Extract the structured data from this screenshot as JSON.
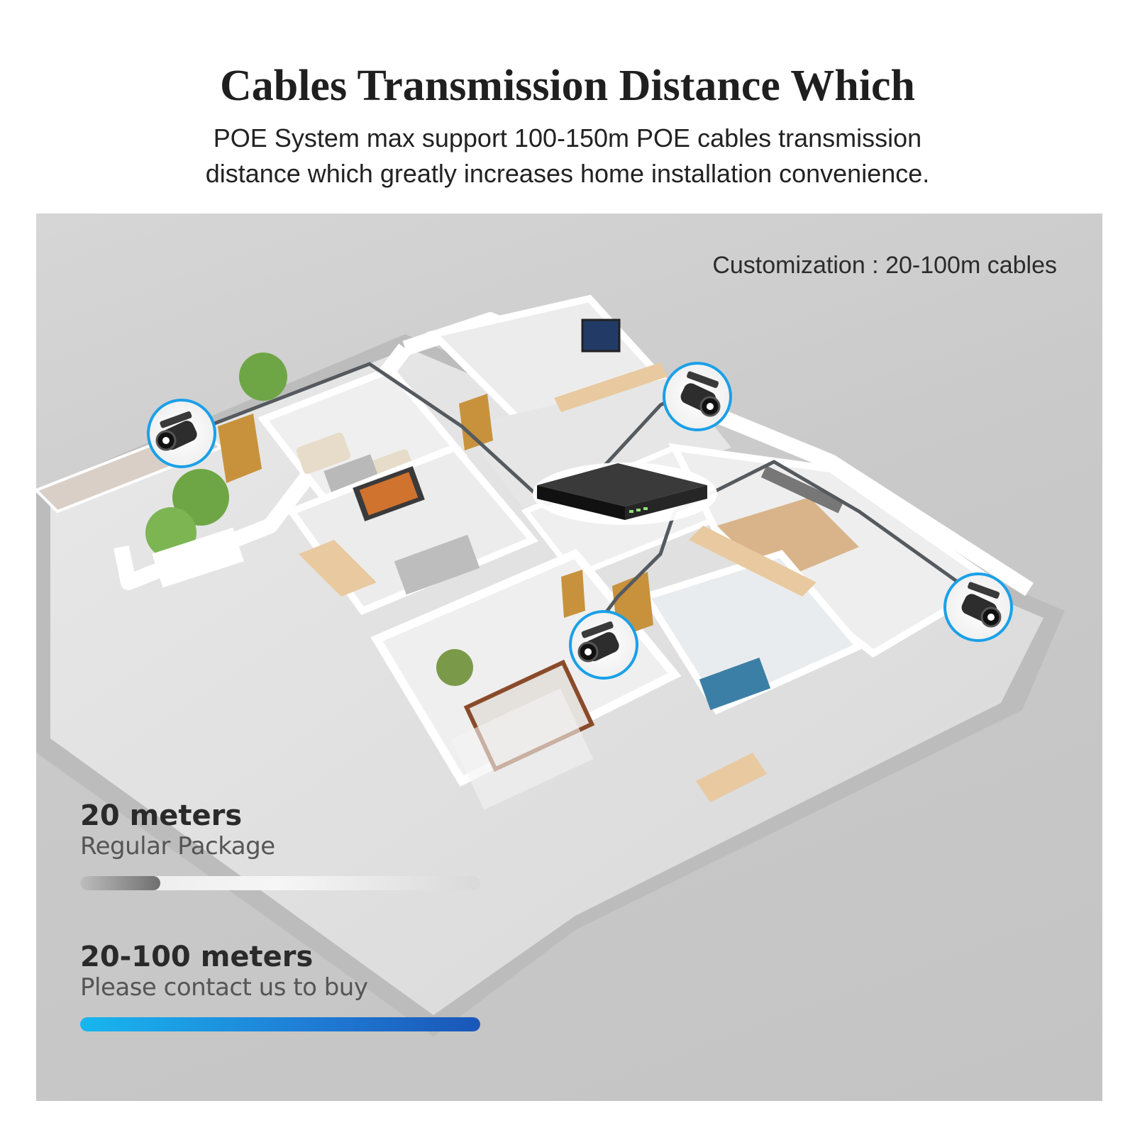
{
  "header": {
    "title": "Cables Transmission Distance Which",
    "subtitle_lines": [
      "POE System max support 100-150m POE cables transmission",
      "distance which greatly increases home installation convenience."
    ]
  },
  "panel": {
    "customization_note": "Customization : 20-100m cables",
    "packages": [
      {
        "title": "20 meters",
        "subtitle": "Regular Package",
        "fill_fraction": 0.2
      },
      {
        "title": "20-100 meters",
        "subtitle": "Please contact us to buy",
        "fill_fraction": 1.0
      }
    ]
  },
  "colors": {
    "bar_regular": "#6f6f6f",
    "bar_custom_start": "#18b6ef",
    "bar_custom_end": "#1a56b8",
    "panel_bg": "#cdcdcd"
  },
  "icons": [
    "bullet-camera-icon",
    "nvr-recorder-icon"
  ]
}
